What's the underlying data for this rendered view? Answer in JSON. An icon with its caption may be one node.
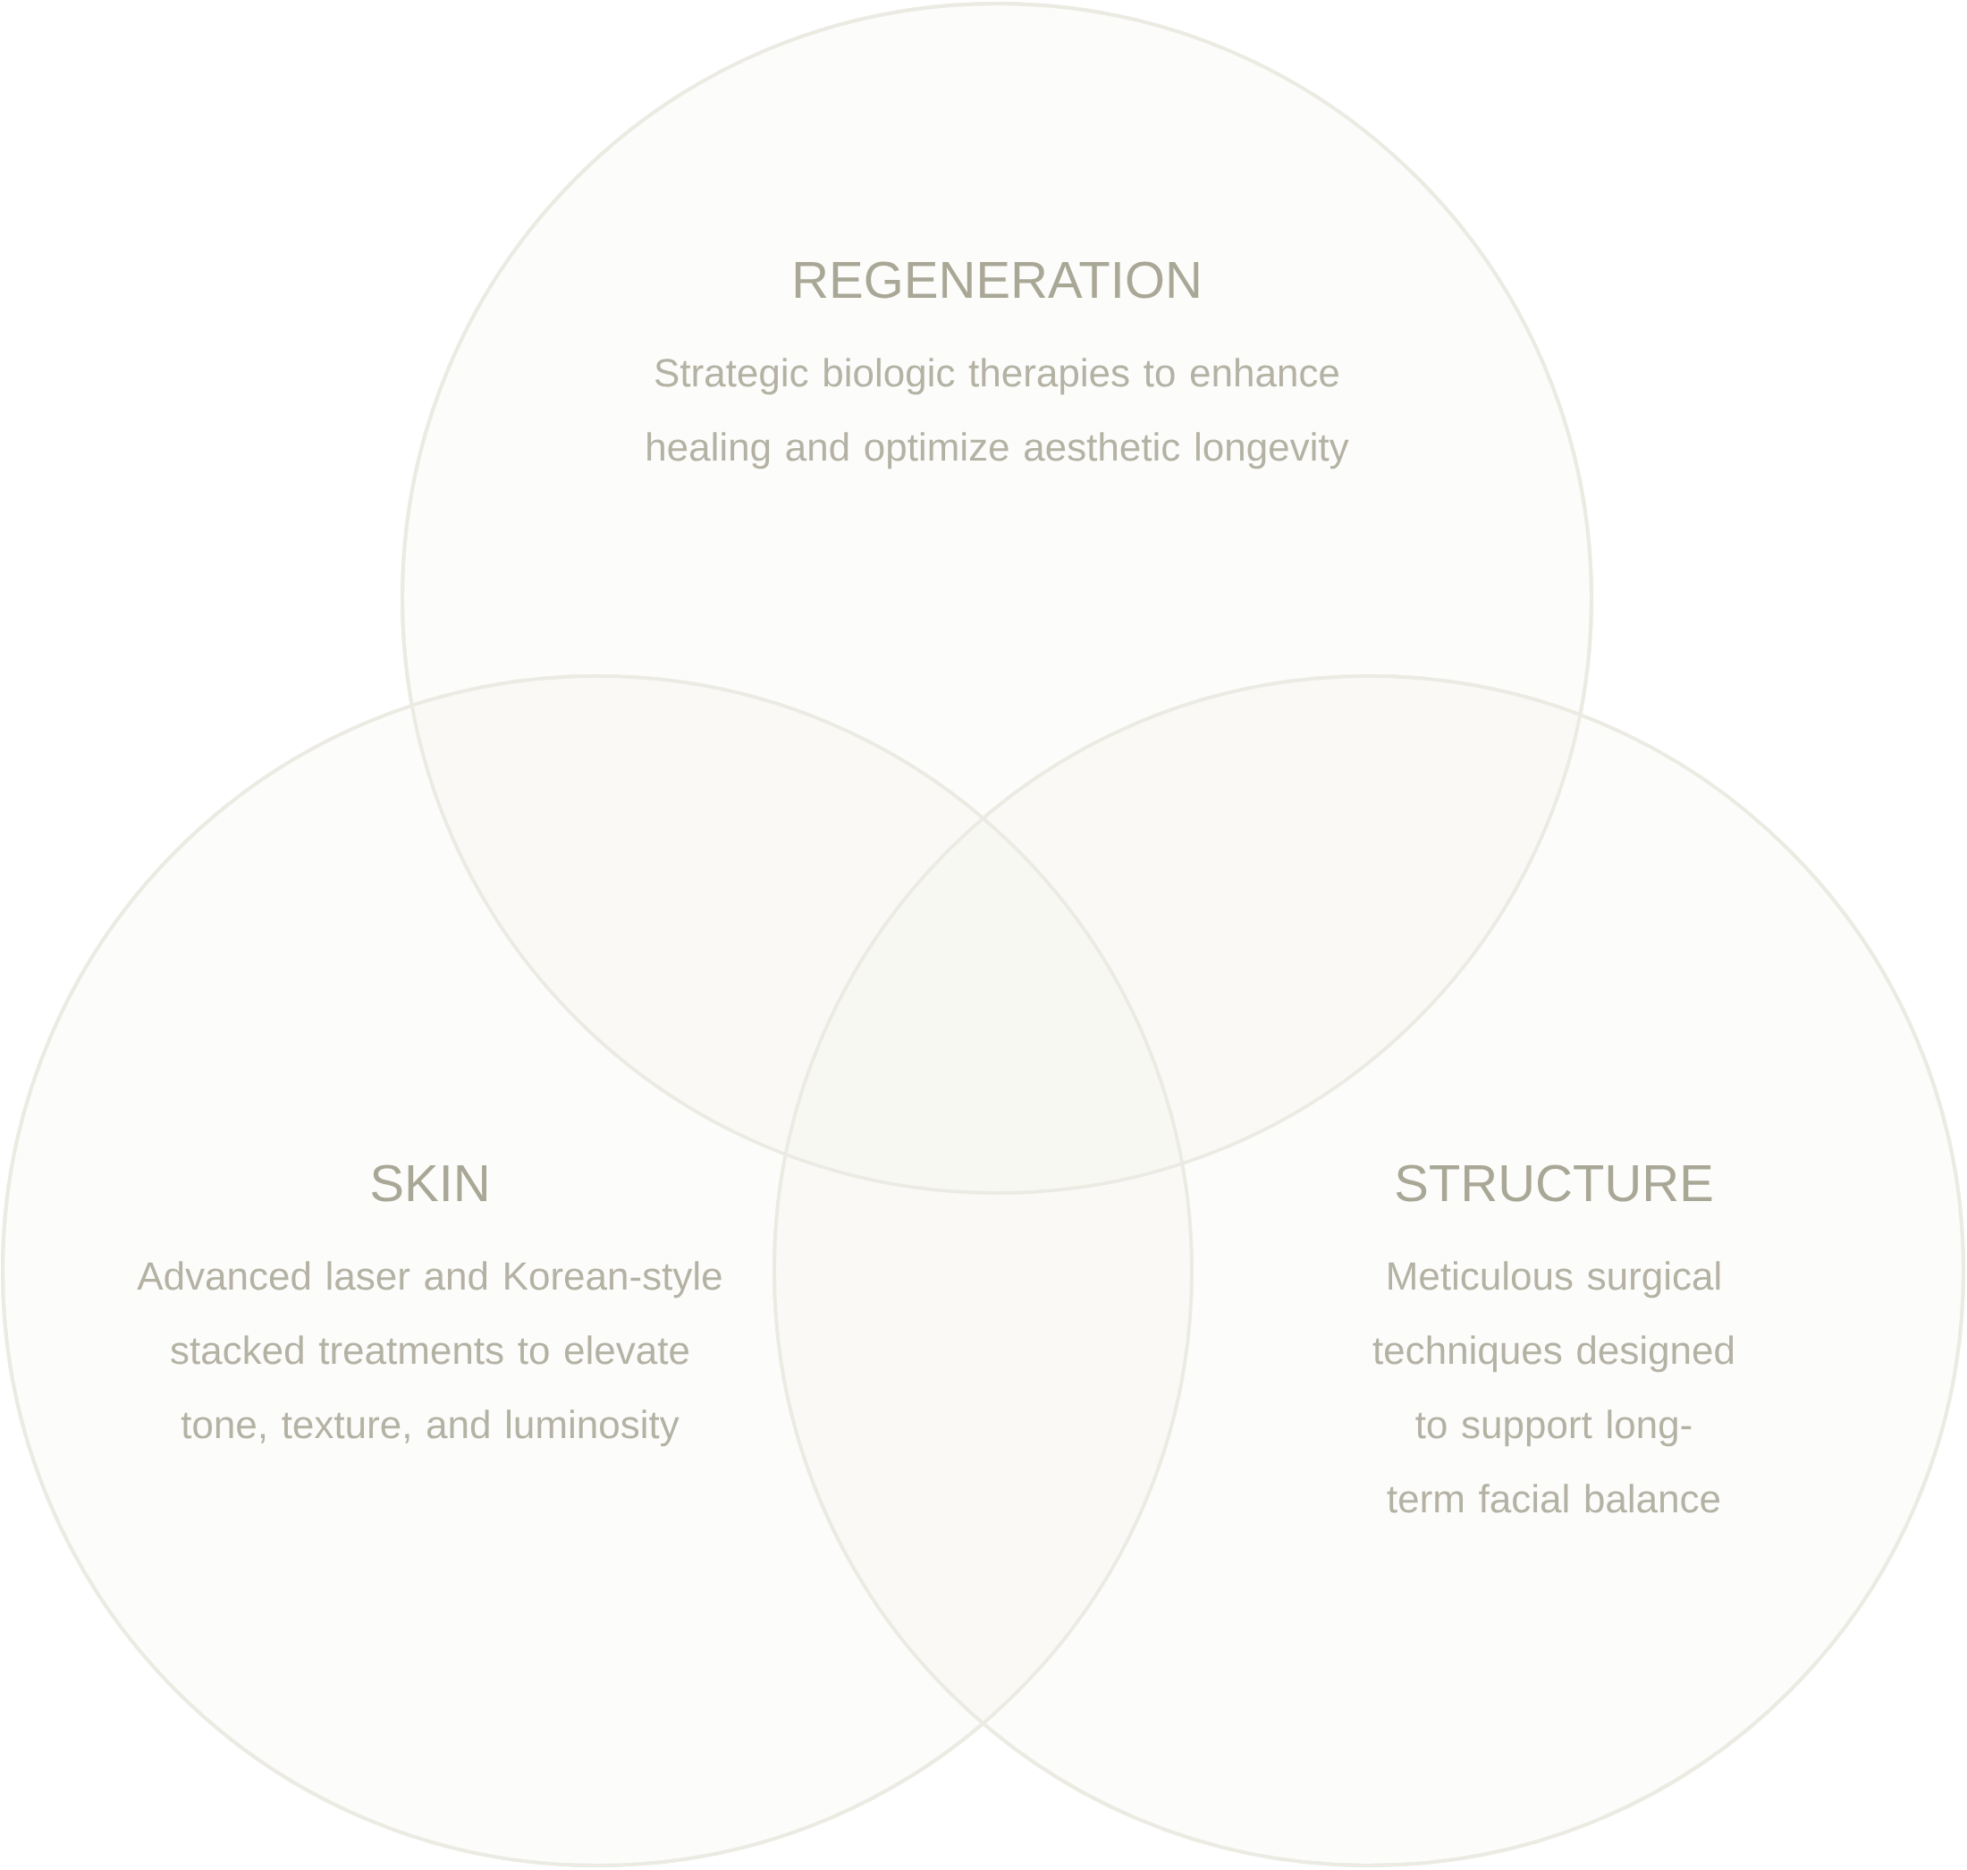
{
  "diagram": {
    "nodes": [
      {
        "text": [
          "REGENERATION",
          "Strategic biologic therapies to enhance healing and optimize aesthetic longevity"
        ]
      },
      {
        "text": [
          "SKIN",
          "Advanced laser and Korean-style stacked treatments to elevate tone, texture, and luminosity"
        ]
      },
      {
        "text": [
          "STRUCTURE",
          "Meticulous surgical techniques designed to support long-term facial balance"
        ]
      }
    ]
  }
}
